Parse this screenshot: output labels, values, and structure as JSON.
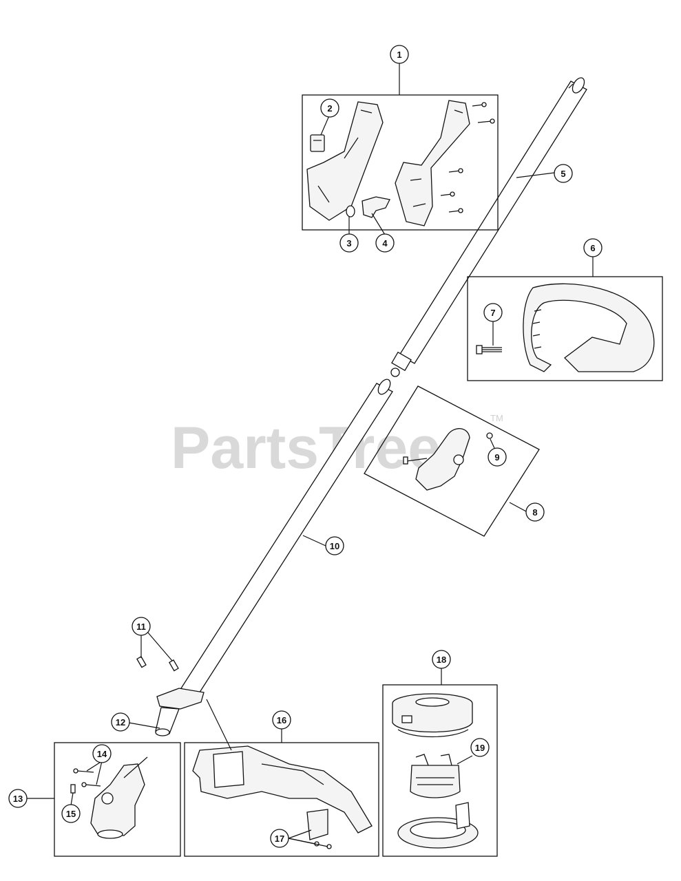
{
  "watermark": {
    "text": "PartsTree",
    "trademark": "TM"
  },
  "callouts": [
    {
      "id": "callout-1",
      "label": "1"
    },
    {
      "id": "callout-2",
      "label": "2"
    },
    {
      "id": "callout-3",
      "label": "3"
    },
    {
      "id": "callout-4",
      "label": "4"
    },
    {
      "id": "callout-5",
      "label": "5"
    },
    {
      "id": "callout-6",
      "label": "6"
    },
    {
      "id": "callout-7",
      "label": "7"
    },
    {
      "id": "callout-8",
      "label": "8"
    },
    {
      "id": "callout-9",
      "label": "9"
    },
    {
      "id": "callout-10",
      "label": "10"
    },
    {
      "id": "callout-11",
      "label": "11"
    },
    {
      "id": "callout-12",
      "label": "12"
    },
    {
      "id": "callout-13",
      "label": "13"
    },
    {
      "id": "callout-14",
      "label": "14"
    },
    {
      "id": "callout-15",
      "label": "15"
    },
    {
      "id": "callout-16",
      "label": "16"
    },
    {
      "id": "callout-17",
      "label": "17"
    },
    {
      "id": "callout-18",
      "label": "18"
    },
    {
      "id": "callout-19",
      "label": "19"
    }
  ]
}
